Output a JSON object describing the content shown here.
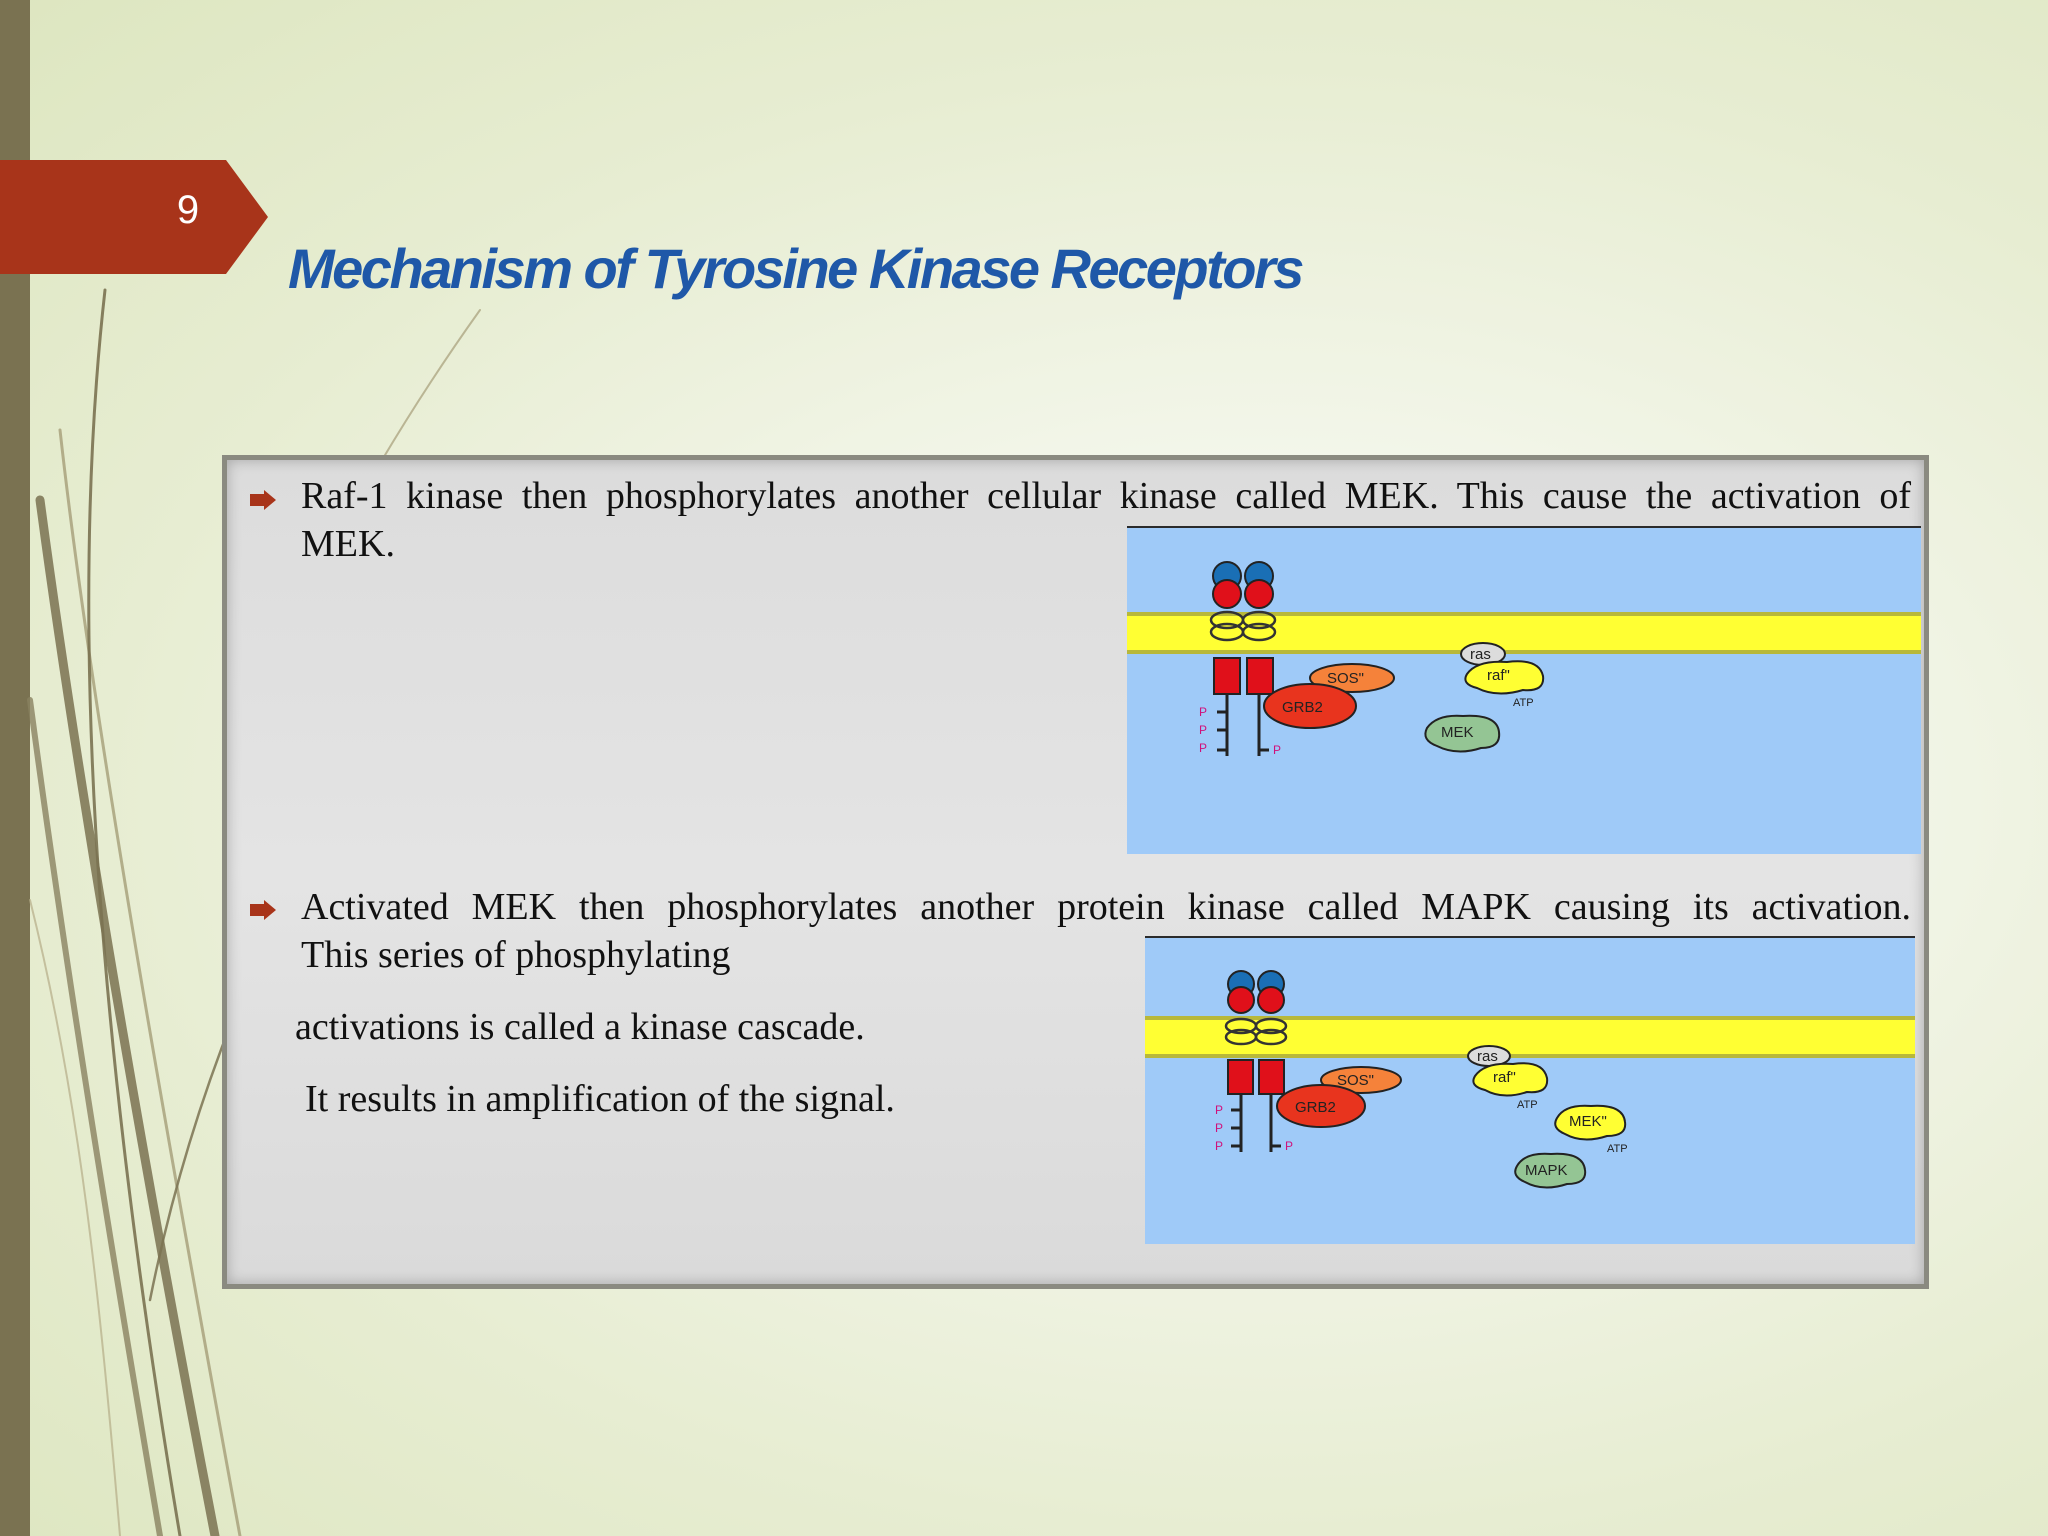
{
  "slide": {
    "page_number": "9",
    "title": "Mechanism of Tyrosine Kinase Receptors"
  },
  "bullets": [
    {
      "line1": "Raf-1 kinase then phosphorylates another cellular kinase called MEK. This cause the activation of",
      "line2": "MEK."
    },
    {
      "line1": "Activated MEK then phosphorylates another protein kinase called MAPK causing its activation.",
      "line2": "This series of phosphylating",
      "line3": "activations is called a kinase cascade.",
      "line4": "It results in amplification of the signal."
    }
  ],
  "figure1": {
    "labels": {
      "ras": "ras",
      "raf": "raf\"",
      "atp": "ATP",
      "sos": "SOS\"",
      "grb": "GRB2",
      "mek": "MEK",
      "p": "P"
    }
  },
  "figure2": {
    "labels": {
      "ras": "ras",
      "raf": "raf\"",
      "atp": "ATP",
      "sos": "SOS\"",
      "grb": "GRB2",
      "mek": "MEK\"",
      "mapk": "MAPK",
      "p": "P"
    }
  },
  "colors": {
    "title": "#1f58a8",
    "page_tab": "#a8341a",
    "left_strip": "#7a7251",
    "figure_bg": "#9fcaf8",
    "membrane": "#ffff33"
  },
  "icons": {
    "bullet": "arrow-bullet-icon"
  }
}
